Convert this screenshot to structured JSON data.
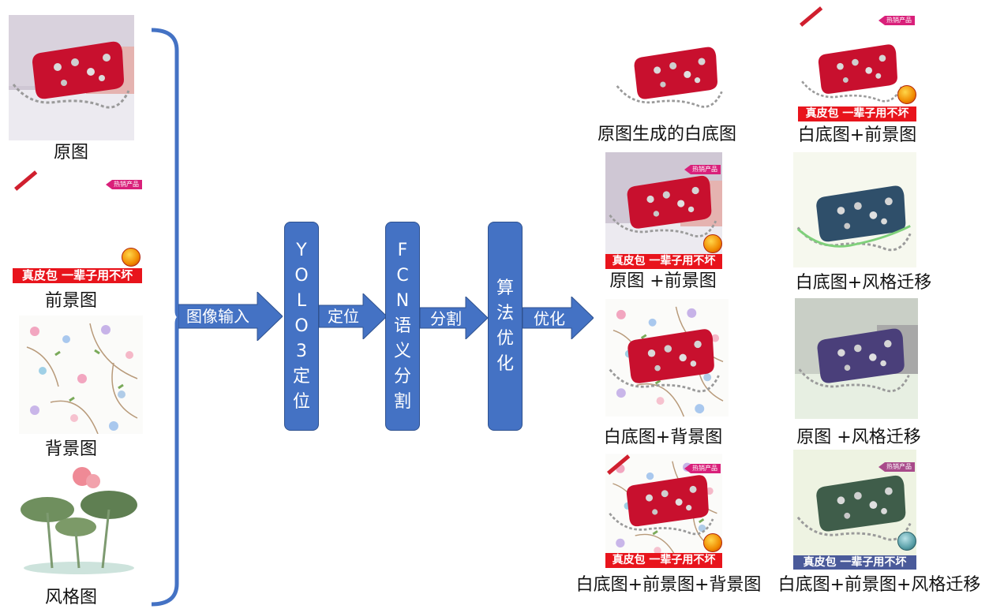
{
  "inputs": {
    "original_label": "原图",
    "foreground_label": "前景图",
    "background_label": "背景图",
    "style_label": "风格图"
  },
  "overlay": {
    "banner_text": "真皮包 一辈子用不坏",
    "tag_text": "热销产品"
  },
  "pipeline": {
    "step1_arrow": "图像输入",
    "step1_box": "YOLO3定位",
    "step2_arrow": "定位",
    "step2_box": "FCN语义分割",
    "step3_arrow": "分割",
    "step3_box": "算法优化",
    "step4_arrow": "优化"
  },
  "outputs": {
    "col1": [
      "原图生成的白底图",
      "原图 +前景图",
      "白底图+背景图",
      "白底图+前景图+背景图"
    ],
    "col2": [
      "白底图+前景图",
      "白底图+风格迁移",
      "原图 +风格迁移",
      "白底图+前景图+风格迁移"
    ]
  },
  "colors": {
    "process_box": "#4472C4",
    "bracket": "#4472C4",
    "bag_red": "#c8102e",
    "style_green": "#3f5d4a",
    "style_purple": "#4a3f7a",
    "banner_red": "#e8141c",
    "tag_pink": "#d9207a"
  }
}
